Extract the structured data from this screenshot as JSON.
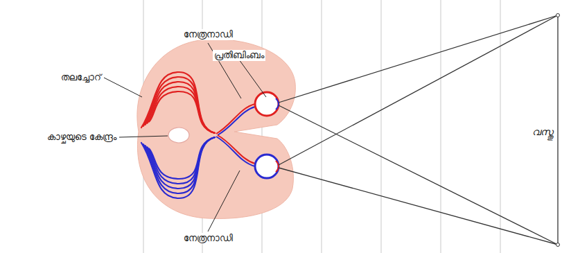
{
  "diagram": {
    "labels": [
      "തലച്ചോറ്",
      "നേത്രനാഡി",
      "പ്രതിബിംബം",
      "കാഴ്ചയുടെ കേന്ദ്രം",
      "നേത്രനാഡി",
      "വസ്തു"
    ]
  }
}
